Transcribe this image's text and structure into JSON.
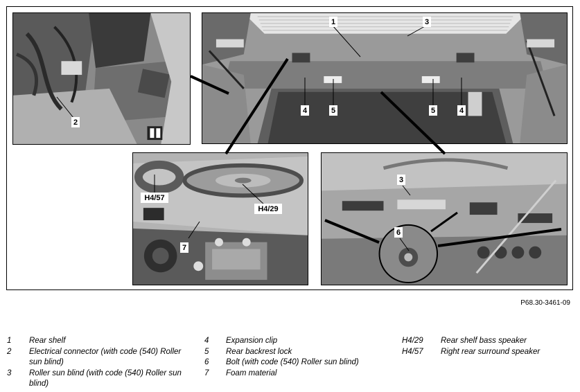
{
  "figure": {
    "reference_code": "P68.30-3461-09",
    "callouts": {
      "c1": "1",
      "c2": "2",
      "c3": "3",
      "c4": "4",
      "c5": "5",
      "c6": "6",
      "c7": "7",
      "h429": "H4/29",
      "h457": "H4/57"
    }
  },
  "legend": {
    "col1": [
      {
        "num": "1",
        "text": "Rear shelf"
      },
      {
        "num": "2",
        "text": "Electrical connector (with code (540) Roller sun blind)"
      },
      {
        "num": "3",
        "text": "Roller sun blind (with code (540) Roller sun blind)"
      }
    ],
    "col2": [
      {
        "num": "4",
        "text": "Expansion clip"
      },
      {
        "num": "5",
        "text": "Rear backrest lock"
      },
      {
        "num": "6",
        "text": "Bolt (with code (540) Roller sun blind)"
      },
      {
        "num": "7",
        "text": "Foam material"
      }
    ],
    "col3": [
      {
        "num": "H4/29",
        "text": "Rear shelf bass speaker"
      },
      {
        "num": "H4/57",
        "text": "Right rear surround speaker"
      }
    ]
  }
}
